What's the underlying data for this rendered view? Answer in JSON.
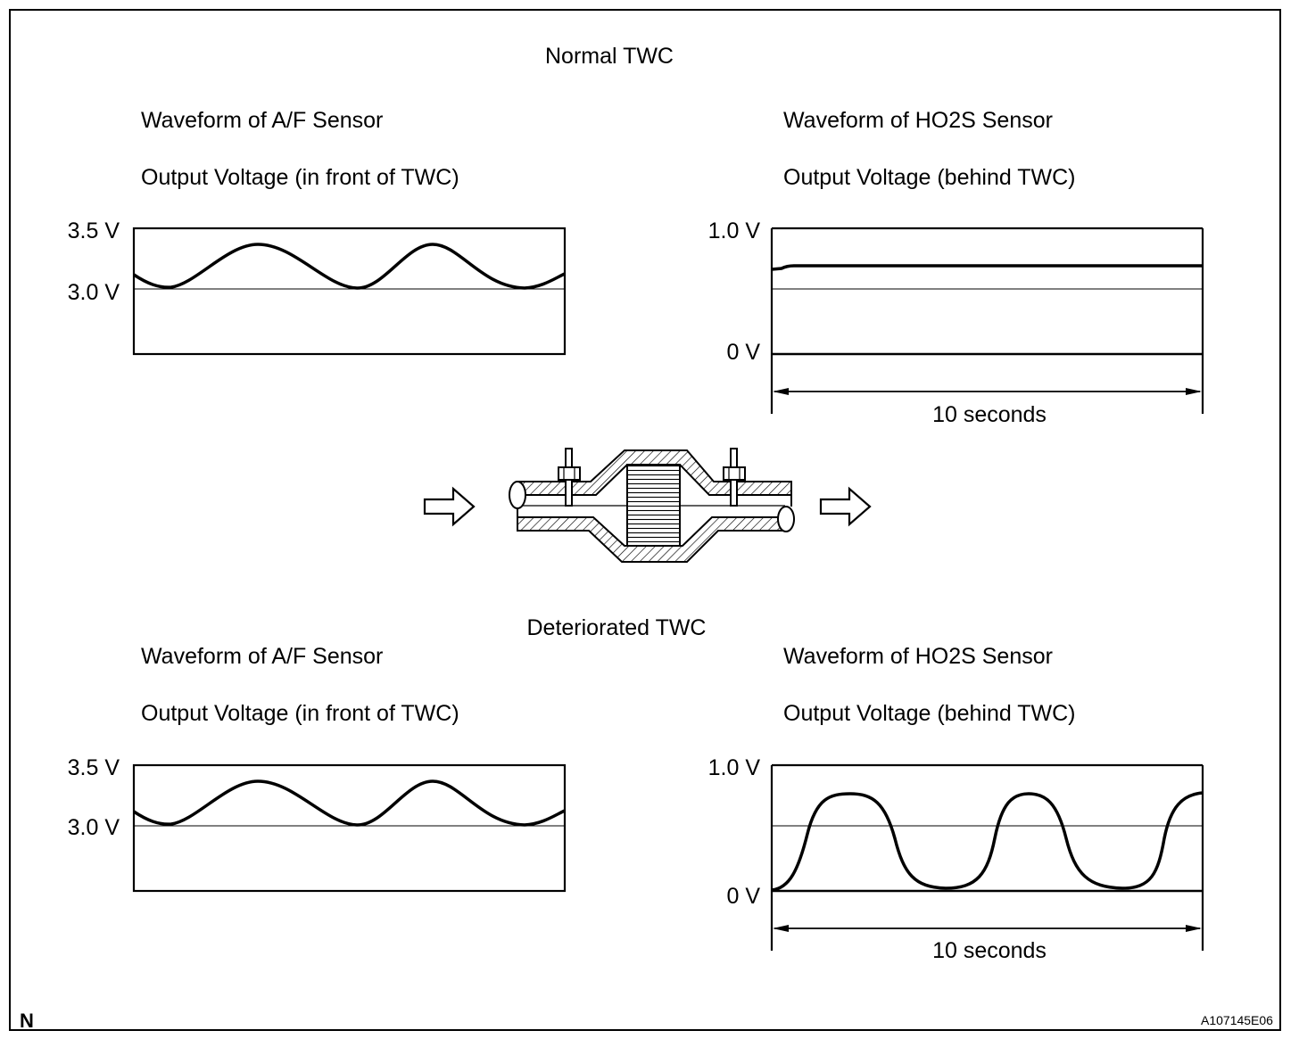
{
  "normal": {
    "title": "Normal TWC",
    "af": {
      "title": "Waveform of A/F Sensor",
      "subtitle": "Output Voltage (in front of TWC)",
      "y_high": "3.5 V",
      "y_ref": "3.0 V"
    },
    "ho2s": {
      "title": "Waveform of HO2S Sensor",
      "subtitle": "Output Voltage (behind TWC)",
      "y_high": "1.0 V",
      "y_low": "0 V",
      "time_label": "10 seconds"
    }
  },
  "deteriorated": {
    "title": "Deteriorated TWC",
    "af": {
      "title": "Waveform of A/F Sensor",
      "subtitle": "Output Voltage (in front of TWC)",
      "y_high": "3.5 V",
      "y_ref": "3.0 V"
    },
    "ho2s": {
      "title": "Waveform of HO2S Sensor",
      "subtitle": "Output Voltage (behind TWC)",
      "y_high": "1.0 V",
      "y_low": "0 V",
      "time_label": "10 seconds"
    }
  },
  "corner_mark": "N",
  "figure_code": "A107145E06"
}
